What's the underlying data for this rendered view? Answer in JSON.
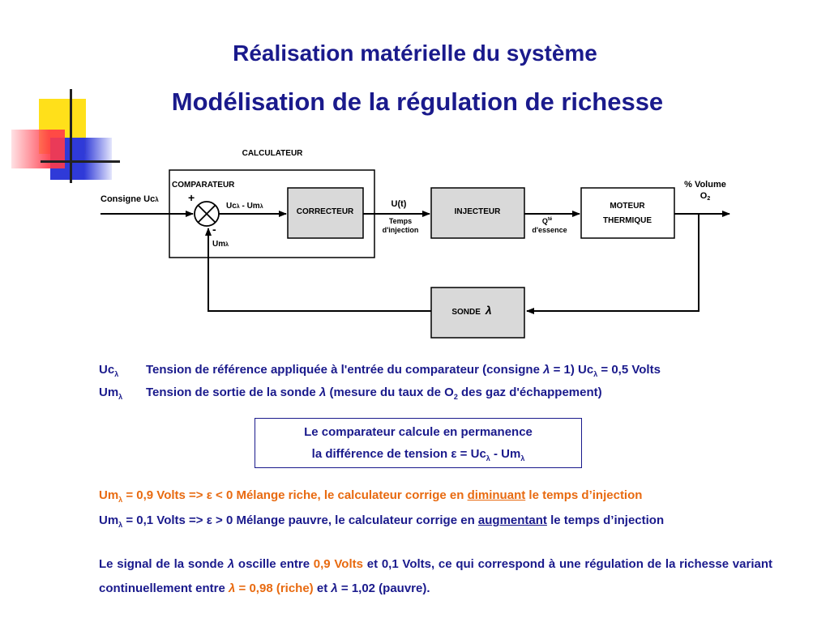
{
  "header": {
    "title": "Réalisation matérielle du système",
    "subtitle": "Modélisation de la régulation de richesse"
  },
  "diagram": {
    "calculateur_label": "CALCULATEUR",
    "comparateur_label": "COMPARATEUR",
    "consigne_label": "Consigne Uc",
    "plus_sign": "+",
    "minus_sign": "-",
    "difference_label": "Uc",
    "difference_mid": " - Um",
    "um_label": "Um",
    "lambda": "λ",
    "correcteur_label": "CORRECTEUR",
    "u_label": "U(t)",
    "temps_label_1": "Temps",
    "temps_label_2": "d'injection",
    "injecteur_label": "INJECTEUR",
    "q_label": "Q",
    "q_sup": "té",
    "essence_label": "d'essence",
    "moteur_label_1": "MOTEUR",
    "moteur_label_2": "THERMIQUE",
    "volume_label": "% Volume",
    "o2_label": "O",
    "o2_sub": "2",
    "sonde_label": "SONDE"
  },
  "definitions": {
    "uc_symbol": "Uc",
    "uc_text_1": "Tension de référence appliquée à l'entrée du comparateur (consigne ",
    "uc_text_2": " = 1)  Uc",
    "uc_text_3": " = 0,5 Volts",
    "um_symbol": "Um",
    "um_text_1": "Tension de sortie de la sonde ",
    "um_text_2": "  (mesure du taux de O",
    "um_text_sub": "2",
    "um_text_3": " des gaz d'échappement)"
  },
  "note": {
    "line1": "Le comparateur calcule en permanence",
    "line2_a": "la différence de tension  ",
    "epsilon": "ε",
    "line2_b": " = Uc",
    "line2_c": " - Um"
  },
  "conditions": {
    "rich_um": "Um",
    "rich_a": "  =  0,9 Volts  =>  ",
    "rich_b": " < 0   Mélange riche,      le calculateur corrige en ",
    "rich_verb": "diminuant",
    "rich_c": " le temps d’injection",
    "lean_um": "Um",
    "lean_a": "  =  0,1 Volts  =>  ",
    "lean_b": " > 0   Mélange pauvre,   le calculateur corrige en ",
    "lean_verb": "augmentant",
    "lean_c": " le temps d’injection"
  },
  "paragraph": {
    "p1": "Le signal de la sonde ",
    "p2": " oscille entre ",
    "p3": "0,9 Volts",
    "p4": " et 0,1 Volts, ce qui correspond à une régulation de la richesse variant continuellement entre  ",
    "p5": " = 0,98 (riche)",
    "p6": "  et  ",
    "p7": " = 1,02 (pauvre)."
  },
  "colors": {
    "title_blue": "#1a1a8c",
    "orange": "#e86a10",
    "block_fill": "#d9d9d9",
    "deco_yellow": "#ffe01a",
    "deco_blue": "#2f3ad8",
    "deco_red": "#ff3a4a"
  }
}
